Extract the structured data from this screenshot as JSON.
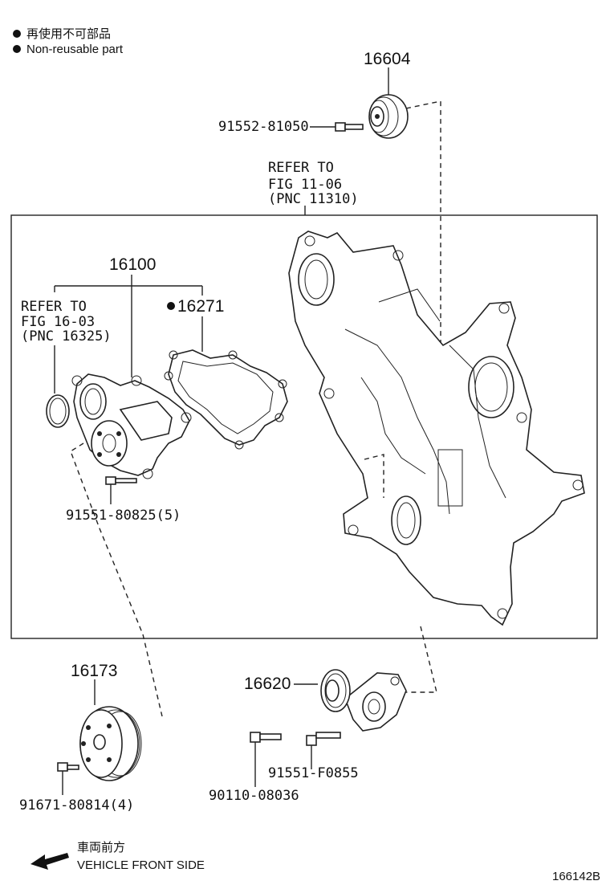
{
  "legend": {
    "ja": "再使用不可部品",
    "en": "Non-reusable part"
  },
  "parts": {
    "p16604": "16604",
    "p91552": "91552-81050",
    "refer_cover_1": "REFER TO",
    "refer_cover_2": "FIG 11-06",
    "refer_cover_3": "(PNC 11310)",
    "p16100": "16100",
    "refer_oring_1": "REFER TO",
    "refer_oring_2": "FIG 16-03",
    "refer_oring_3": "(PNC 16325)",
    "p16271": "16271",
    "p91551_80825": "91551-80825(5)",
    "p16173": "16173",
    "p91671": "91671-80814(4)",
    "p16620": "16620",
    "p91551_f0855": "91551-F0855",
    "p90110": "90110-08036"
  },
  "footer": {
    "front_ja": "車両前方",
    "front_en": "VEHICLE FRONT SIDE",
    "fig_code": "166142B"
  },
  "colors": {
    "ink": "#222222",
    "paper": "#ffffff"
  }
}
